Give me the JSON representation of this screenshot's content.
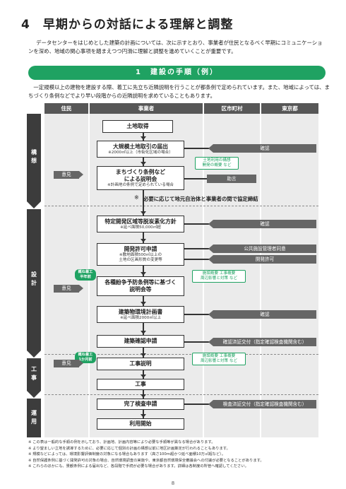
{
  "header": {
    "number": "4",
    "title": "早期からの対話による理解と調整"
  },
  "intro": "データセンターをはじめとした建築の計画については、次に示すとおり、事業者が住民となるべく早期にコミュニケーションを深め、地域の関心事項を踏まえつつ円滑に理解と調整を進めていくことが重要です。",
  "section": {
    "number": "1",
    "title": "建設の手順（例）"
  },
  "description": "一定規模以上の建物を建設する際、着工に先立ち近隣説明を行うことが都条例で定められています。また、地域によっては、まちづくり条例などでより早い段階からの近隣説明を求めていることもあります。",
  "columns": [
    "住民",
    "事業者",
    "区市町村",
    "東京都"
  ],
  "phases": [
    "構想",
    "設計",
    "工事",
    "運用"
  ],
  "steps": [
    {
      "title": "土地取得",
      "sub": ""
    },
    {
      "title": "大規模土地取引の届出",
      "sub": "※2000㎡以上（市街化区域の場合）"
    },
    {
      "title": "まちづくり条例など\nによる説明会",
      "sub": "※計画地の条例で定められている場合"
    },
    {
      "title": "特定開発区域等脱炭素化方針",
      "sub": "※延べ面積50,000㎡超"
    },
    {
      "title": "開発許可申請",
      "sub": "※敷地面積500㎡以上の\n土地の区画形質の変更等"
    },
    {
      "title": "各種紛争予防条例等に基づく\n説明会等",
      "sub": ""
    },
    {
      "title": "建築物環境計画書",
      "sub": "※延べ面積2000㎡以上"
    },
    {
      "title": "建築確認申請",
      "sub": ""
    },
    {
      "title": "工事説明",
      "sub": ""
    },
    {
      "title": "工事",
      "sub": ""
    },
    {
      "title": "完了検査申請",
      "sub": ""
    },
    {
      "title": "利用開始",
      "sub": ""
    }
  ],
  "agreement": "必要に応じて地元自治体と事業者の間で協定締結",
  "agreement_mark": "※",
  "resident_opinion": "意見",
  "gov_actions": {
    "kakunin1": "確認",
    "jogen": "助言",
    "kakunin2": "確認",
    "koukyou": "公共施設管理者同意",
    "kaihatsu": "開発許可",
    "kakunin3": "確認",
    "kenchiku": "確認済証交付（指定確認検査機関含む）",
    "kensa": "検査済証交付（指定確認検査機関含む）"
  },
  "green_notes": {
    "n1": "土地利用の構想\n開発の概要 など",
    "n2": "施設概要 工事概要\n周辺影響と対策 など",
    "n3": "施設概要 工事概要\n周辺影響と対策 など"
  },
  "timing_pills": {
    "p1": "概ね着工\n半年前",
    "p2": "概ね着工\n1か月前"
  },
  "footnotes": [
    "※ この表は一般的な手順の例を示しており、計画地、計画内容等により必要な手順等が異なる場合があります。",
    "※ より望ましい立地を誘導するために、必要に応じて個別の計画の構想以前に地区計画策定が行われることもあります。",
    "※ 規模などによっては、環境影響評価制度の対象になる場合もあります（高さ100m超かつ延べ面積10万㎡超など）。",
    "※ 自然保護条例に基づく開発許可の対象の場合、自然環境調査の実施や、東京都自然環境保全審議会への付議が必要となることがあります。",
    "※ これらのほかにも、景観条例による届出など、各段階で手続が必要な場合があります。詳細は各制度の所管へ確認してください。"
  ],
  "page_number": "8"
}
